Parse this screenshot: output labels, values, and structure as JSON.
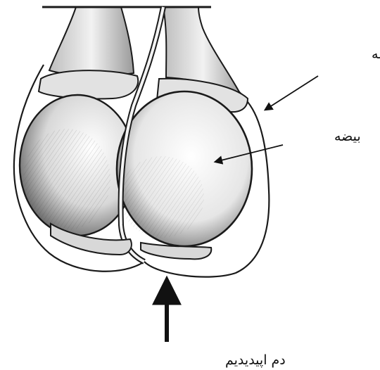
{
  "labels": {
    "tunica": "پوشش بیضه",
    "testis": "بیضه",
    "epididymis_tail": "دم اپیدیدیم"
  },
  "colors": {
    "ink": "#1a1a1a",
    "shade": "#6a6a6a",
    "paper": "#ffffff"
  }
}
